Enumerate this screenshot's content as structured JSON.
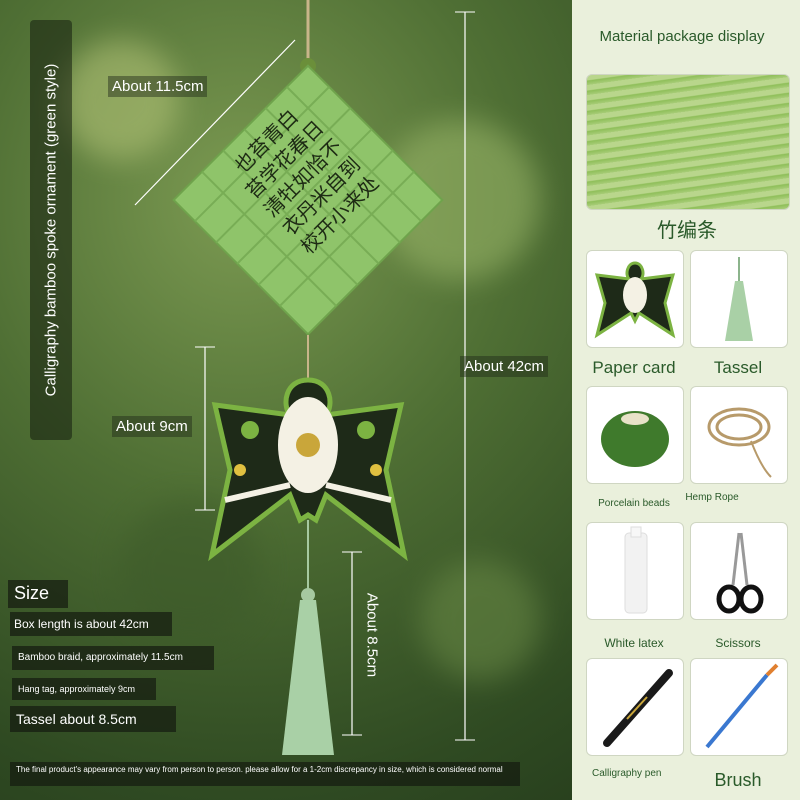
{
  "title_vertical": "Calligraphy bamboo spoke ornament (green style)",
  "dims": {
    "bamboo_width": "About 11.5cm",
    "total_length": "About 42cm",
    "hang_tag": "About 9cm",
    "tassel": "About 8.5cm"
  },
  "poem_columns": [
    "也苔青白",
    "苔学花春日",
    "清牡如恰不",
    "衣丹米自到",
    "校开小来处"
  ],
  "size_box": {
    "heading": "Size",
    "lines": [
      "Box length is about 42cm",
      "Bamboo braid, approximately 11.5cm",
      "Hang tag, approximately 9cm",
      "Tassel about 8.5cm"
    ]
  },
  "disclaimer": "The final product's appearance may vary from person to person. please allow for a 1-2cm discrepancy in size, which is considered normal",
  "panel": {
    "heading": "Material package display",
    "strips_label": "竹编条",
    "items": [
      {
        "label": "Paper card",
        "icon": "paper-card-icon"
      },
      {
        "label": "Tassel",
        "icon": "tassel-icon"
      },
      {
        "label": "Porcelain beads",
        "icon": "porcelain-bead-icon"
      },
      {
        "label": "Hemp Rope",
        "icon": "hemp-rope-icon"
      },
      {
        "label": "White latex",
        "icon": "latex-tube-icon"
      },
      {
        "label": "Scissors",
        "icon": "scissors-icon"
      },
      {
        "label": "Calligraphy pen",
        "icon": "calligraphy-pen-icon"
      },
      {
        "label": "Brush",
        "icon": "brush-icon"
      }
    ]
  },
  "colors": {
    "bamboo": "#8fc46a",
    "tag_green": "#7cb342",
    "panel_text": "#2a5a2a",
    "background": "#4f6f34"
  }
}
